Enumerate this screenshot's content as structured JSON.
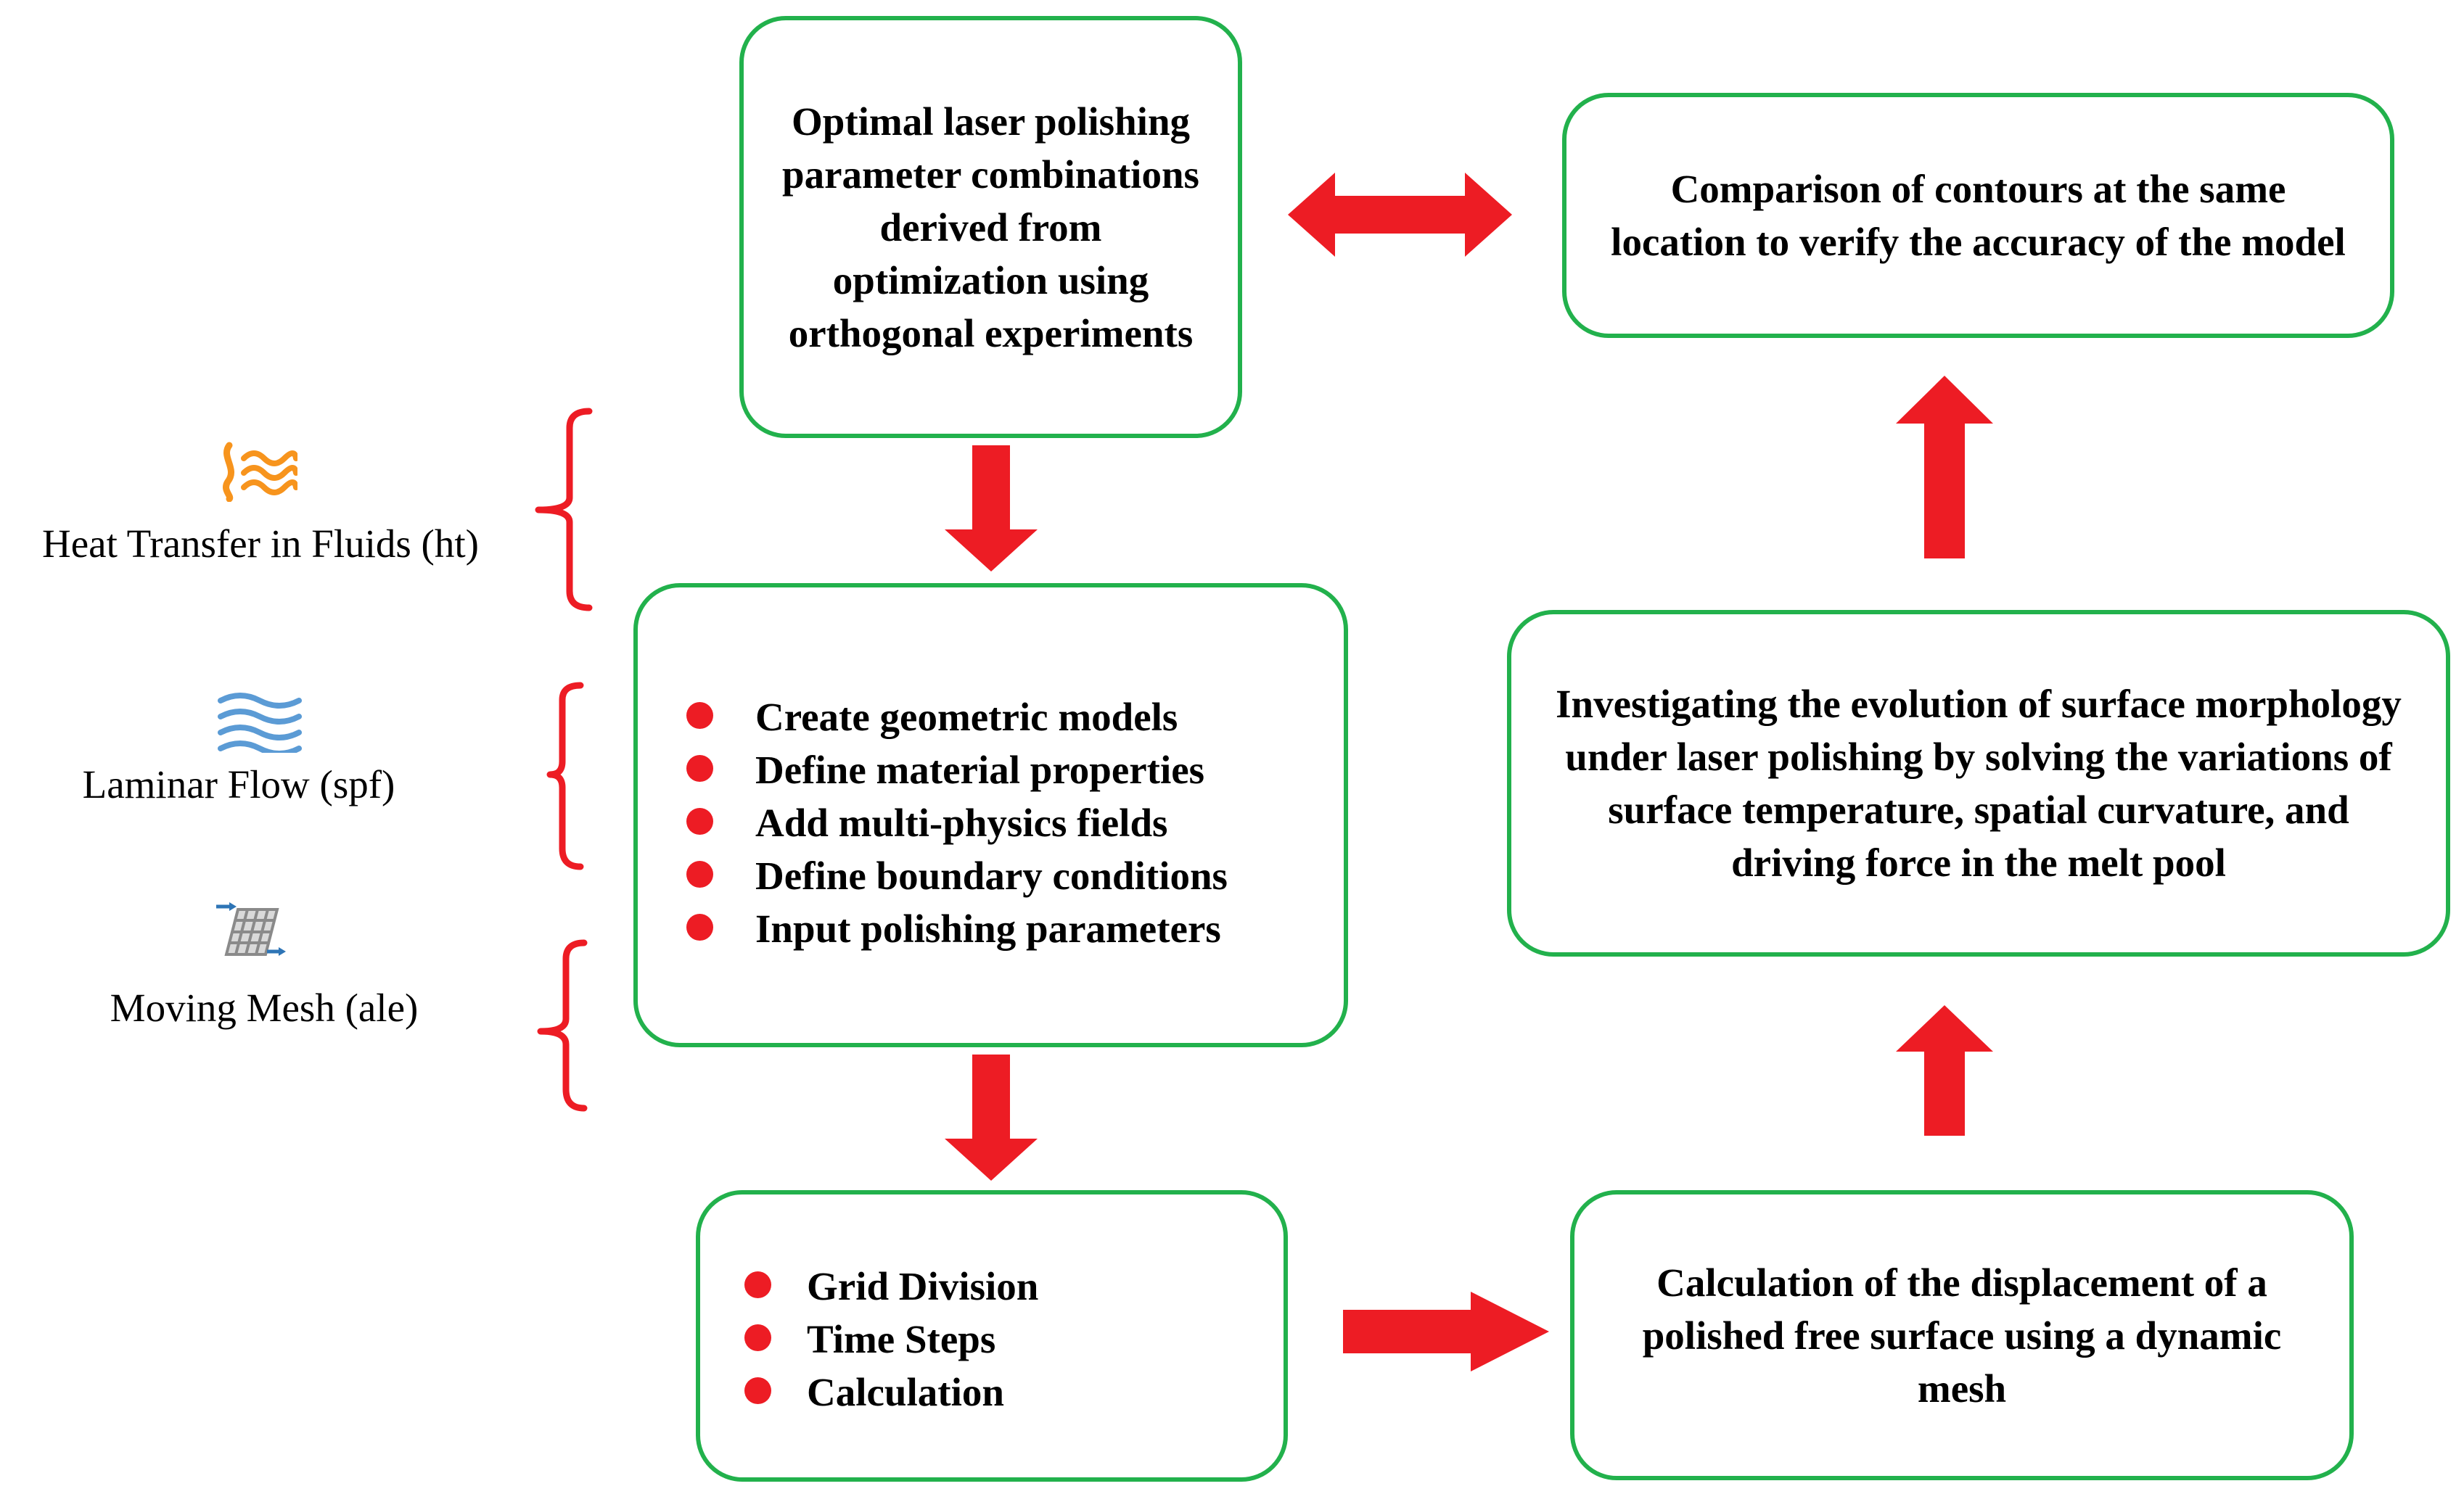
{
  "colors": {
    "box_border": "#22b14c",
    "arrow": "#ed1c24",
    "bracket": "#ed1c24",
    "bullet": "#ed1c24"
  },
  "boxes": {
    "optimal": "Optimal laser polishing parameter combinations derived from optimization using orthogonal experiments",
    "comparison": "Comparison of contours at the same location to verify the accuracy of the model",
    "investigating": "Investigating the evolution of surface morphology under laser polishing by solving the variations of surface temperature, spatial curvature, and driving force in the melt pool",
    "calculation": "Calculation of the displacement of a polished free surface using a dynamic mesh"
  },
  "setup_steps": [
    "Create geometric models",
    "Define material properties",
    "Add multi-physics fields",
    "Define boundary conditions",
    "Input polishing parameters"
  ],
  "solve_steps": [
    "Grid Division",
    "Time Steps",
    "Calculation"
  ],
  "physics": [
    {
      "label": "Heat Transfer in Fluids (ht)",
      "icon": "heat-transfer-icon"
    },
    {
      "label": "Laminar Flow (spf)",
      "icon": "laminar-flow-icon"
    },
    {
      "label": "Moving Mesh (ale)",
      "icon": "moving-mesh-icon"
    }
  ]
}
